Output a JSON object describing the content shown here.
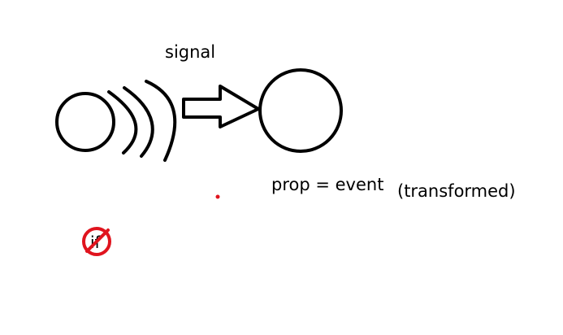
{
  "labels": {
    "signal": "signal",
    "prop_event": "prop = event",
    "transformed": "(transformed)",
    "if_text": "if"
  },
  "colors": {
    "ink": "#000000",
    "prohibit": "#e0141e",
    "dot": "#e0141e",
    "background": "#ffffff"
  },
  "icons": {
    "prohibit": "no-symbol-icon"
  }
}
